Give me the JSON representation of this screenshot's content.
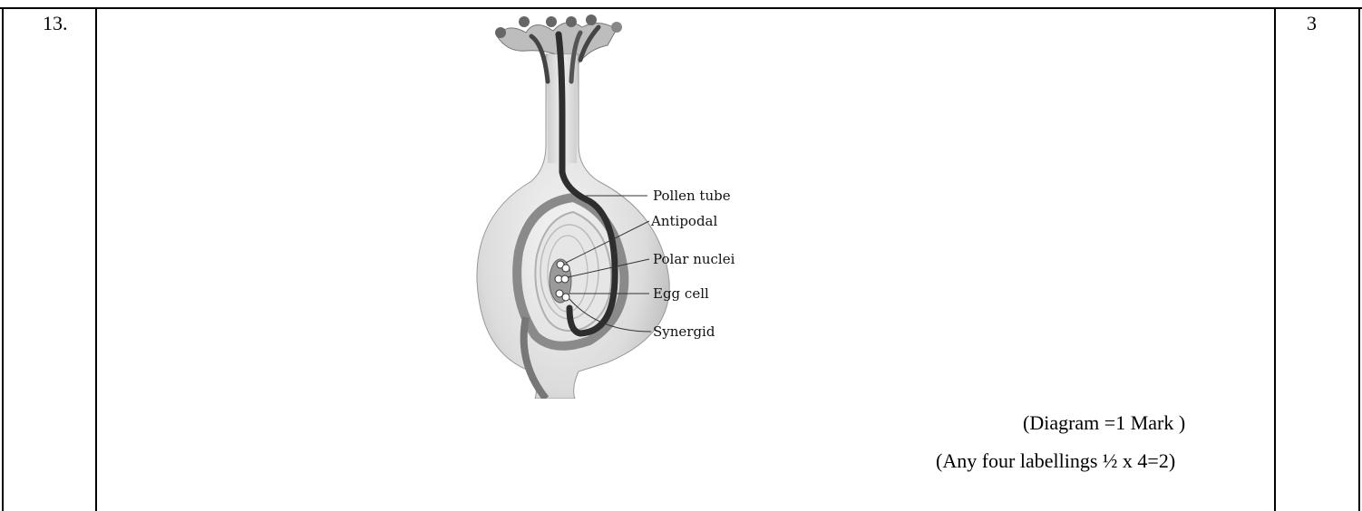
{
  "row": {
    "question_number": "13.",
    "marks": "3"
  },
  "diagram": {
    "labels": {
      "pollen_tube": "Pollen tube",
      "antipodal": "Antipodal",
      "polar_nuclei": "Polar nuclei",
      "egg_cell": "Egg cell",
      "synergid": "Synergid"
    }
  },
  "marking_scheme": {
    "line1": "(Diagram =1 Mark )",
    "line2": "(Any four labellings ½ x 4=2)"
  }
}
